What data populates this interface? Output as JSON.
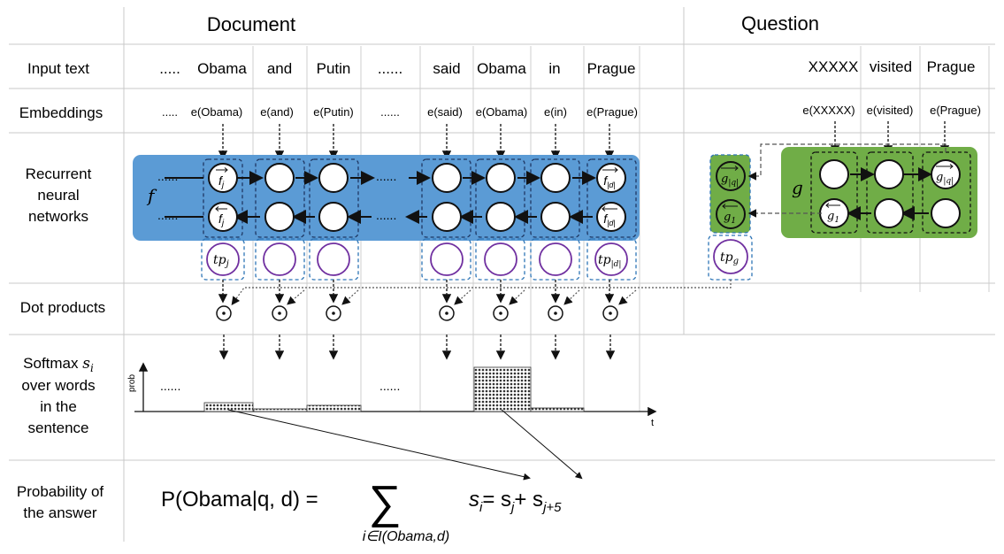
{
  "headers": {
    "document": "Document",
    "question": "Question"
  },
  "row_labels": {
    "input_text": "Input text",
    "embeddings": "Embeddings",
    "rnn_line1": "Recurrent",
    "rnn_line2": "neural",
    "rnn_line3": "networks",
    "dot_products": "Dot products",
    "softmax_line1": "Softmax",
    "softmax_var": "s",
    "softmax_sub": "i",
    "softmax_line2": "over words",
    "softmax_line3": "in the",
    "softmax_line4": "sentence",
    "prob_line1": "Probability of",
    "prob_line2": "the answer"
  },
  "doc_words": [
    "Obama",
    "and",
    "Putin",
    "said",
    "Obama",
    "in",
    "Prague"
  ],
  "doc_ellipsis": ".....",
  "doc_ellipsis2": "......",
  "question_words": [
    "XXXXX",
    "visited",
    "Prague"
  ],
  "doc_embeddings": [
    "e(Obama)",
    "e(and)",
    "e(Putin)",
    "e(said)",
    "e(Obama)",
    "e(in)",
    "e(Prague)"
  ],
  "question_embeddings": [
    "e(XXXXX)",
    "e(visited)",
    "e(Prague)"
  ],
  "rnn_labels": {
    "f": "f",
    "g": "g",
    "fj_fwd": "f",
    "fj_sub": "j",
    "fd_sub": "|d|",
    "g_fwd_sub": "|q|",
    "g_bwd_sub": "1",
    "tp_j": "tp",
    "tp_j_sub": "j",
    "tp_d_sub": "|d|",
    "tp_g_sub": "g",
    "ellipsis": "......"
  },
  "plot": {
    "y_axis_label": "prob",
    "x_axis_label": "t",
    "ellipsis": "......"
  },
  "chart_data": {
    "type": "bar",
    "categories": [
      "Obama",
      "and",
      "Putin",
      "said",
      "Obama",
      "in",
      "Prague"
    ],
    "values": [
      0.1,
      0.03,
      0.07,
      0,
      0.5,
      0.04,
      0
    ],
    "xlabel": "t",
    "ylabel": "prob",
    "ylim": [
      0,
      0.65
    ]
  },
  "formula": {
    "lhs": "P(Obama|q, d) =",
    "sum_symbol": "∑",
    "sum_index": "i∈I(Obama,d)",
    "rhs": "s",
    "rhs_sub": "i",
    "rhs_eq": "= s",
    "rhs_sub_j": "j",
    "rhs_plus": "+ s",
    "rhs_sub_j5": "j+5"
  },
  "colors": {
    "doc_rnn_fill": "#5b9bd5",
    "question_rnn_fill": "#70ad47",
    "tp_ring": "#7030a0",
    "dashed_blue": "#2e75b6",
    "bar_fill": "#444444"
  }
}
